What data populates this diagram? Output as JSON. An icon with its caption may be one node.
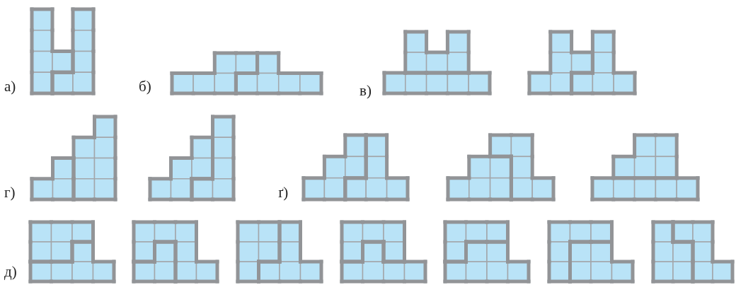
{
  "diagram": {
    "labels": [
      "а)",
      "б)",
      "в)",
      "г)",
      "ґ)",
      "д)"
    ]
  }
}
